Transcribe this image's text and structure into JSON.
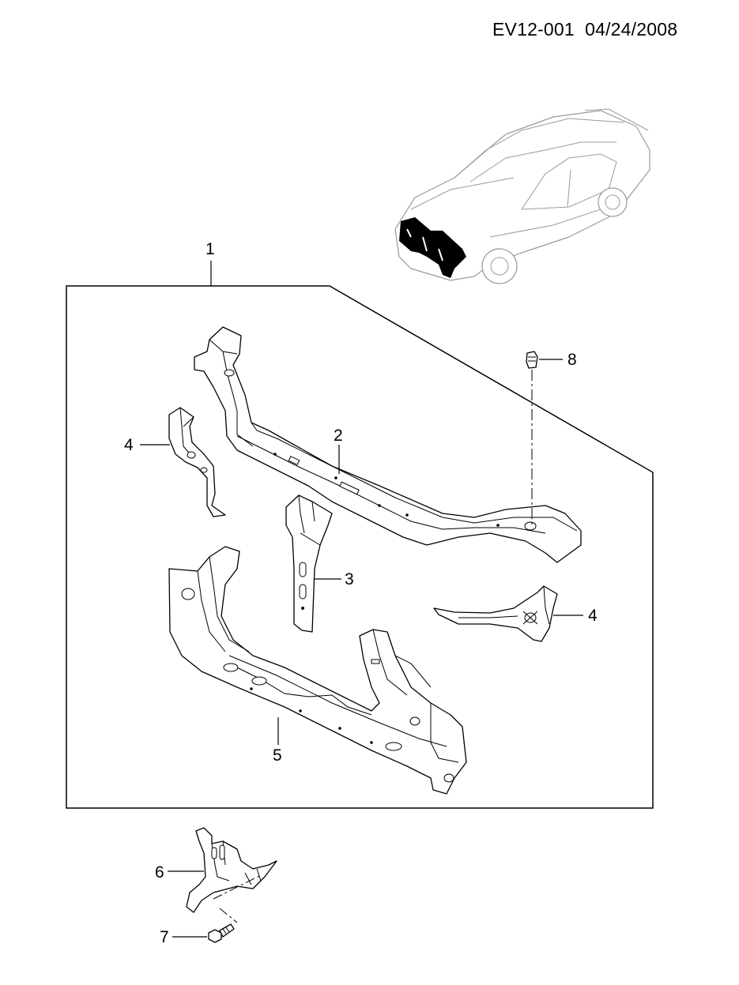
{
  "header": {
    "code": "EV12-001",
    "date": "04/24/2008"
  },
  "callouts": {
    "assembly": "1",
    "upper_member": "2",
    "center_brace": "3",
    "side_bracket_left": "4",
    "side_bracket_right": "4",
    "lower_member": "5",
    "hood_latch_bracket": "6",
    "bolt": "7",
    "bumper": "8"
  }
}
